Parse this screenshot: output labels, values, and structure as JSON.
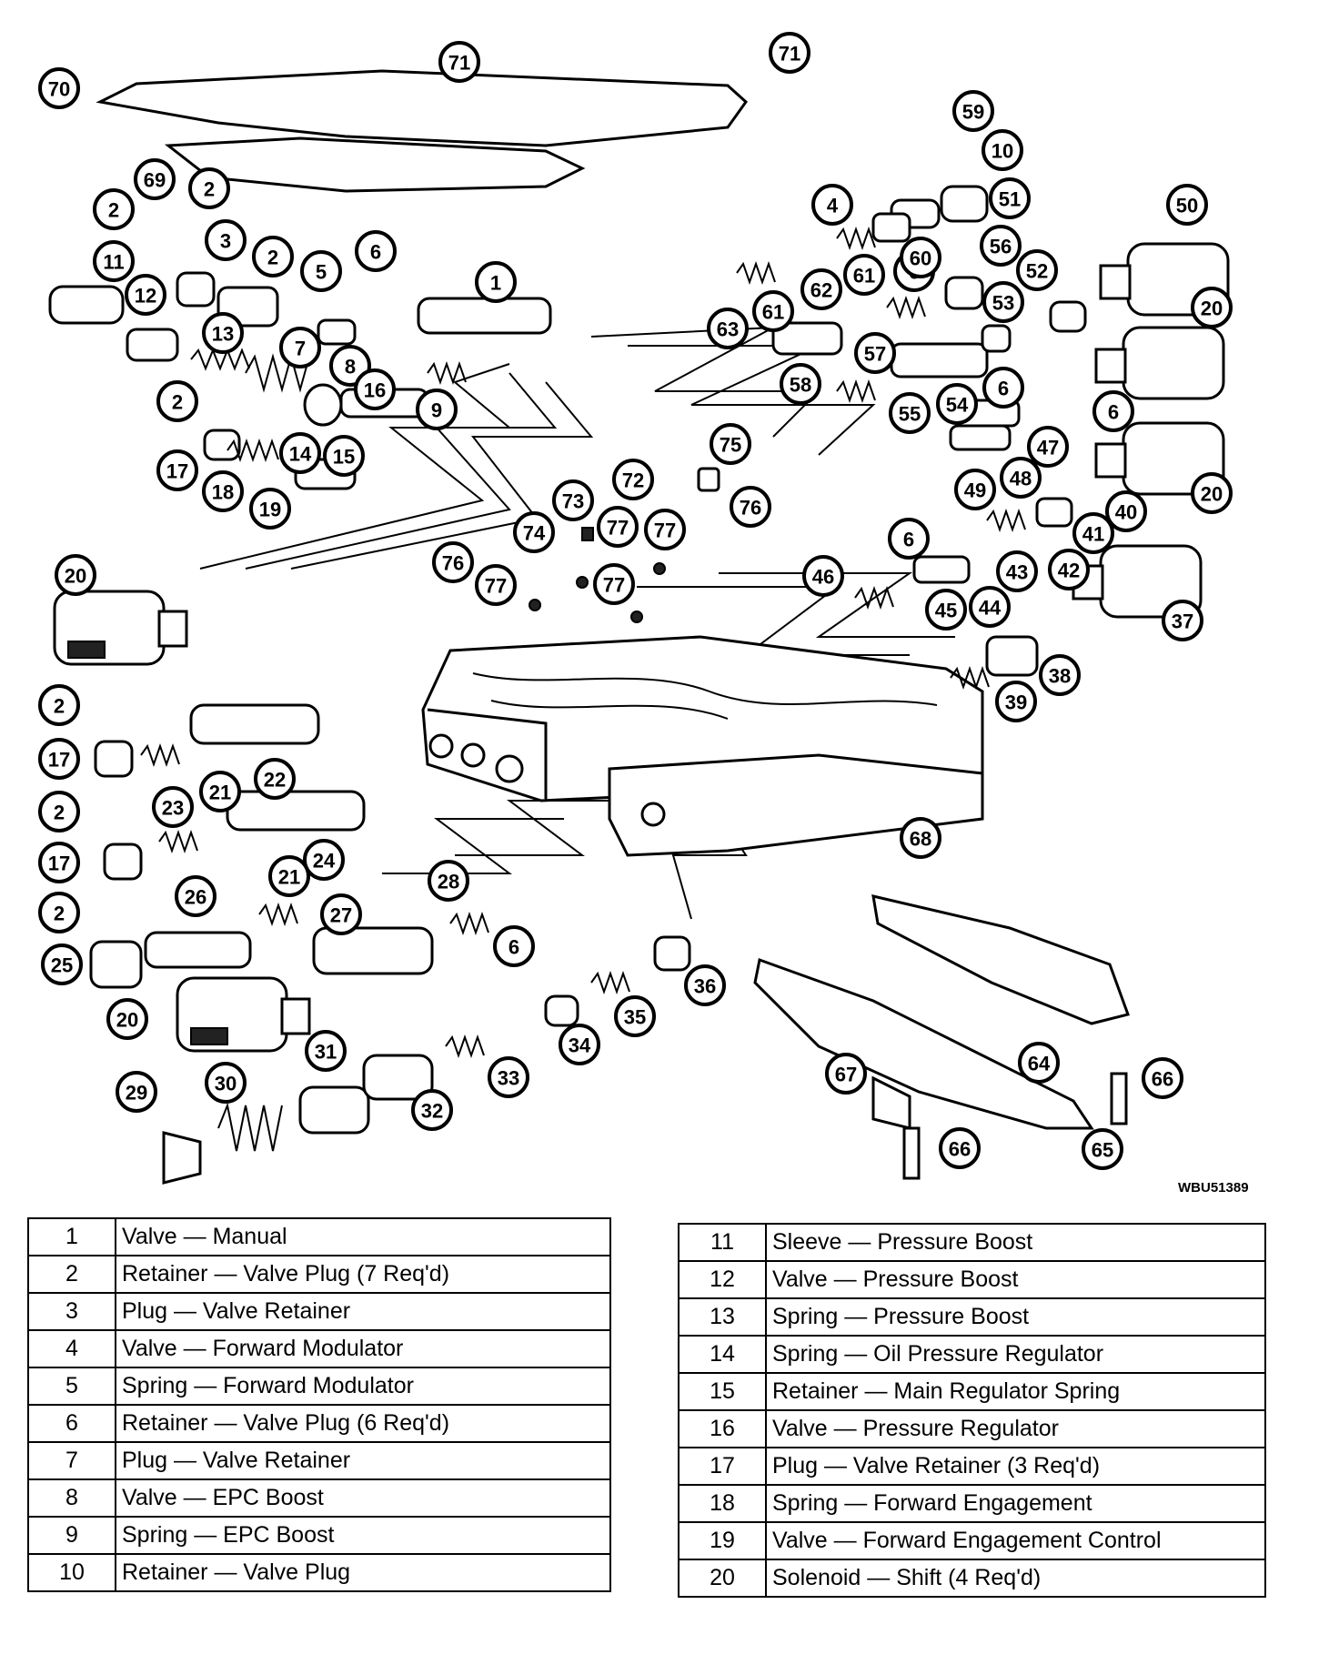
{
  "figure": {
    "doc_code": "WBU51389",
    "callouts": [
      "70",
      "71",
      "71",
      "69",
      "2",
      "59",
      "10",
      "2",
      "6",
      "50",
      "3",
      "4",
      "2",
      "51",
      "11",
      "5",
      "6",
      "1",
      "60",
      "56",
      "12",
      "61",
      "52",
      "20",
      "62",
      "13",
      "63",
      "61",
      "53",
      "7",
      "57",
      "8",
      "58",
      "54",
      "9",
      "2",
      "6",
      "16",
      "55",
      "6",
      "20",
      "14",
      "47",
      "17",
      "15",
      "48",
      "18",
      "49",
      "40",
      "19",
      "75",
      "72",
      "41",
      "76",
      "73",
      "74",
      "77",
      "77",
      "6",
      "43",
      "42",
      "76",
      "77",
      "46",
      "77",
      "44",
      "45",
      "20",
      "37",
      "38",
      "2",
      "39",
      "17",
      "22",
      "21",
      "68",
      "2",
      "23",
      "17",
      "24",
      "21",
      "28",
      "2",
      "26",
      "27",
      "6",
      "36",
      "25",
      "35",
      "20",
      "34",
      "64",
      "31",
      "66",
      "29",
      "30",
      "67",
      "33",
      "32",
      "66",
      "65"
    ]
  },
  "legend_left": [
    {
      "num": "1",
      "desc": "Valve — Manual"
    },
    {
      "num": "2",
      "desc": "Retainer — Valve Plug (7 Req'd)"
    },
    {
      "num": "3",
      "desc": "Plug — Valve Retainer"
    },
    {
      "num": "4",
      "desc": "Valve — Forward Modulator"
    },
    {
      "num": "5",
      "desc": "Spring — Forward Modulator"
    },
    {
      "num": "6",
      "desc": "Retainer — Valve Plug (6 Req'd)"
    },
    {
      "num": "7",
      "desc": "Plug — Valve Retainer"
    },
    {
      "num": "8",
      "desc": "Valve — EPC Boost"
    },
    {
      "num": "9",
      "desc": "Spring — EPC Boost"
    },
    {
      "num": "10",
      "desc": "Retainer — Valve Plug"
    }
  ],
  "legend_right": [
    {
      "num": "11",
      "desc": "Sleeve — Pressure Boost"
    },
    {
      "num": "12",
      "desc": "Valve — Pressure Boost"
    },
    {
      "num": "13",
      "desc": "Spring — Pressure Boost"
    },
    {
      "num": "14",
      "desc": "Spring — Oil Pressure Regulator"
    },
    {
      "num": "15",
      "desc": "Retainer — Main Regulator Spring"
    },
    {
      "num": "16",
      "desc": "Valve — Pressure Regulator"
    },
    {
      "num": "17",
      "desc": "Plug — Valve Retainer (3 Req'd)"
    },
    {
      "num": "18",
      "desc": "Spring — Forward Engagement"
    },
    {
      "num": "19",
      "desc": "Valve — Forward Engagement Control"
    },
    {
      "num": "20",
      "desc": "Solenoid — Shift (4 Req'd)"
    }
  ]
}
